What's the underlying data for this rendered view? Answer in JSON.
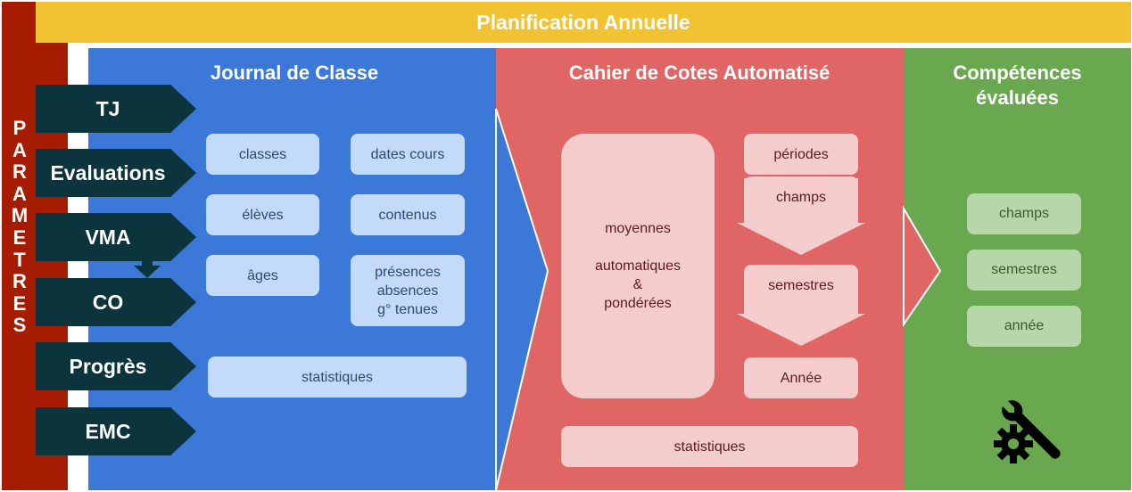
{
  "colors": {
    "side": "#a61c00",
    "banner": "#f1c232",
    "blue": "#3c78d8",
    "red": "#e06666",
    "green": "#6aa84f",
    "navy": "#0c343d",
    "journal_box": "#c3dbf8",
    "cahier_box": "#f4cccc",
    "comp_box": "#b6d7a8"
  },
  "side_label": [
    "P",
    "A",
    "R",
    "A",
    "M",
    "E",
    "T",
    "R",
    "E",
    "S"
  ],
  "banner_title": "Planification Annuelle",
  "nav": [
    {
      "label": "TJ"
    },
    {
      "label": "Evaluations"
    },
    {
      "label": "VMA"
    },
    {
      "label": "CO"
    },
    {
      "label": "Progrès"
    },
    {
      "label": "EMC"
    }
  ],
  "journal": {
    "title": "Journal de Classe",
    "classes": "classes",
    "dates_cours": "dates cours",
    "eleves": "élèves",
    "contenus": "contenus",
    "ages": "âges",
    "presences": [
      "présences",
      "absences",
      "g° tenues"
    ],
    "statistiques": "statistiques"
  },
  "cahier": {
    "title": "Cahier de Cotes Automatisé",
    "moyennes": [
      "moyennes",
      "",
      "automatiques",
      "&",
      "pondérées"
    ],
    "periodes": "périodes",
    "champs": "champs",
    "semestres": "semestres",
    "annee": "Année",
    "statistiques": "statistiques"
  },
  "competences": {
    "title": [
      "Compétences",
      "évaluées"
    ],
    "champs": "champs",
    "semestres": "semestres",
    "annee": "année",
    "icon": "tools-gear-wrench-icon"
  }
}
